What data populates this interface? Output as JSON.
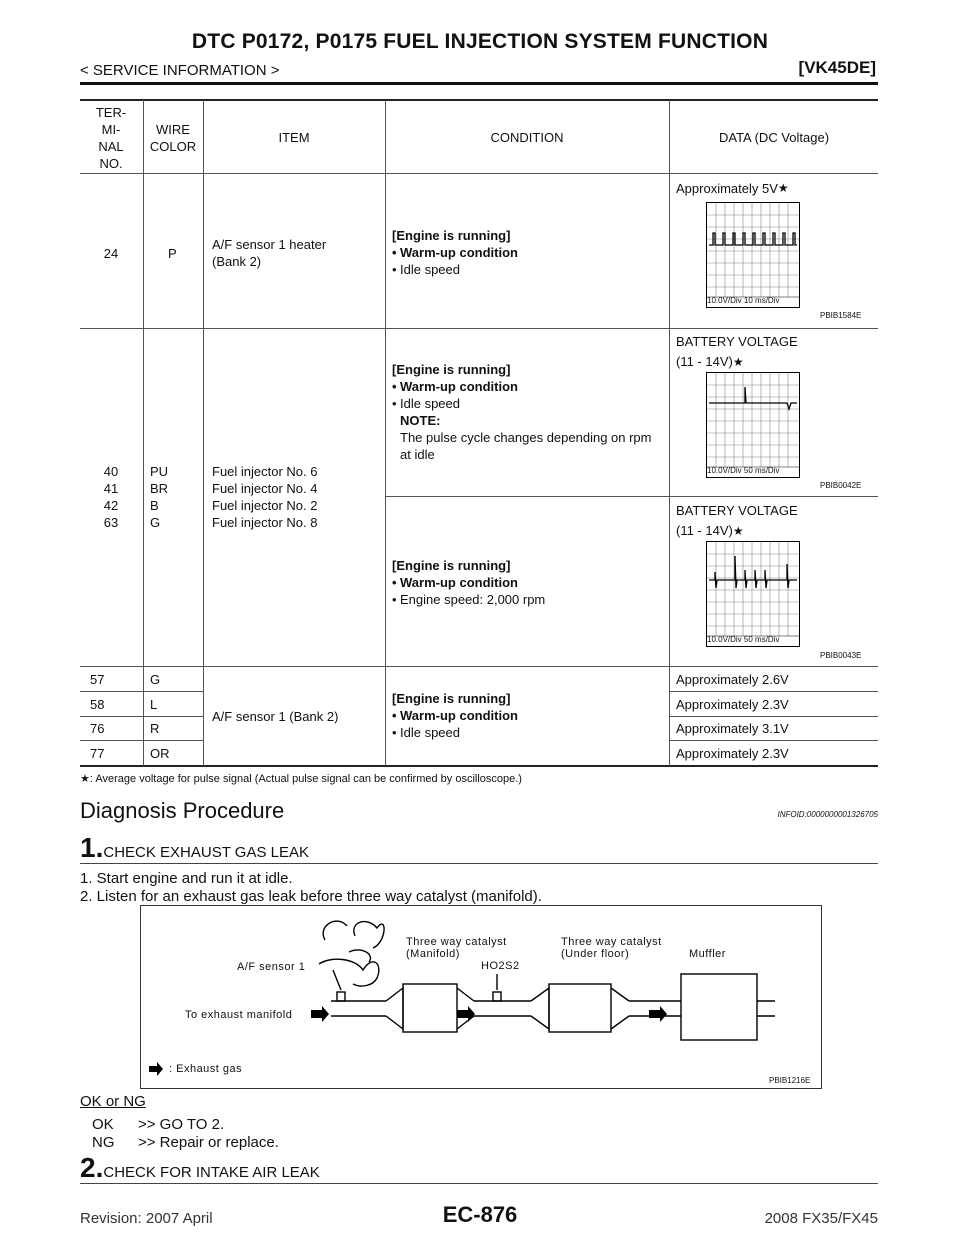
{
  "header": {
    "title": "DTC P0172, P0175 FUEL INJECTION SYSTEM FUNCTION",
    "section": "< SERVICE INFORMATION >",
    "model": "[VK45DE]"
  },
  "table": {
    "headers": {
      "terminal": [
        "TER-",
        "MI-",
        "NAL",
        "NO."
      ],
      "wire": [
        "WIRE",
        "COLOR"
      ],
      "item": "ITEM",
      "condition": "CONDITION",
      "data": "DATA (DC Voltage)"
    },
    "row1": {
      "terminal": "24",
      "wire": "P",
      "item": [
        "A/F sensor 1 heater",
        "(Bank 2)"
      ],
      "condition": [
        "[Engine is running]",
        "Warm-up condition",
        "Idle speed"
      ],
      "data": "Approximately 5V",
      "scope_label": "10.0V/Div  10 ms/Div",
      "scope_code": "PBIB1584E"
    },
    "row2": {
      "terminals": [
        "40",
        "41",
        "42",
        "63"
      ],
      "wires": [
        "PU",
        "BR",
        "B",
        "G"
      ],
      "items": [
        "Fuel injector No. 6",
        "Fuel injector No. 4",
        "Fuel injector No. 2",
        "Fuel injector No. 8"
      ],
      "sub1": {
        "condition": [
          "[Engine is running]",
          "Warm-up condition",
          "Idle speed",
          "NOTE:",
          "The pulse cycle changes depending on rpm",
          "at idle"
        ],
        "data": [
          "BATTERY VOLTAGE",
          "(11 - 14V)"
        ],
        "scope_label": "10.0V/Div  50 ms/Div",
        "scope_code": "PBIB0042E"
      },
      "sub2": {
        "condition": [
          "[Engine is running]",
          "Warm-up condition",
          "Engine speed: 2,000 rpm"
        ],
        "data": [
          "BATTERY VOLTAGE",
          "(11 - 14V)"
        ],
        "scope_label": "10.0V/Div  50 ms/Div",
        "scope_code": "PBIB0043E"
      }
    },
    "row3": {
      "item": "A/F sensor 1 (Bank 2)",
      "condition": [
        "[Engine is running]",
        "Warm-up condition",
        "Idle speed"
      ],
      "lines": [
        {
          "terminal": "57",
          "wire": "G",
          "data": "Approximately 2.6V"
        },
        {
          "terminal": "58",
          "wire": "L",
          "data": "Approximately 2.3V"
        },
        {
          "terminal": "76",
          "wire": "R",
          "data": "Approximately 3.1V"
        },
        {
          "terminal": "77",
          "wire": "OR",
          "data": "Approximately 2.3V"
        }
      ]
    },
    "footnote": ": Average voltage for pulse signal (Actual pulse signal can be confirmed by oscilloscope.)"
  },
  "diagnosis": {
    "title": "Diagnosis Procedure",
    "infoid": "INFOID:0000000001326705",
    "step1": {
      "num": "1.",
      "title": "CHECK EXHAUST GAS LEAK",
      "items": [
        "1.   Start engine and run it at idle.",
        "2.   Listen for an exhaust gas leak before three way catalyst (manifold)."
      ]
    },
    "figure": {
      "af_sensor": "A/F sensor 1",
      "twc_manifold": [
        "Three way catalyst",
        "(Manifold)"
      ],
      "ho2s2": "HO2S2",
      "twc_under": [
        "Three way catalyst",
        "(Under floor)"
      ],
      "muffler": "Muffler",
      "to_manifold": "To exhaust manifold",
      "legend": ": Exhaust gas",
      "code": "PBIB1216E"
    },
    "ok_ng_label": "OK or NG",
    "ok": {
      "key": "OK",
      "text": ">> GO TO 2."
    },
    "ng": {
      "key": "NG",
      "text": ">> Repair or replace."
    },
    "step2": {
      "num": "2.",
      "title": "CHECK FOR INTAKE AIR LEAK"
    }
  },
  "footer": {
    "revision": "Revision: 2007 April",
    "page": "EC-876",
    "model": "2008 FX35/FX45"
  }
}
